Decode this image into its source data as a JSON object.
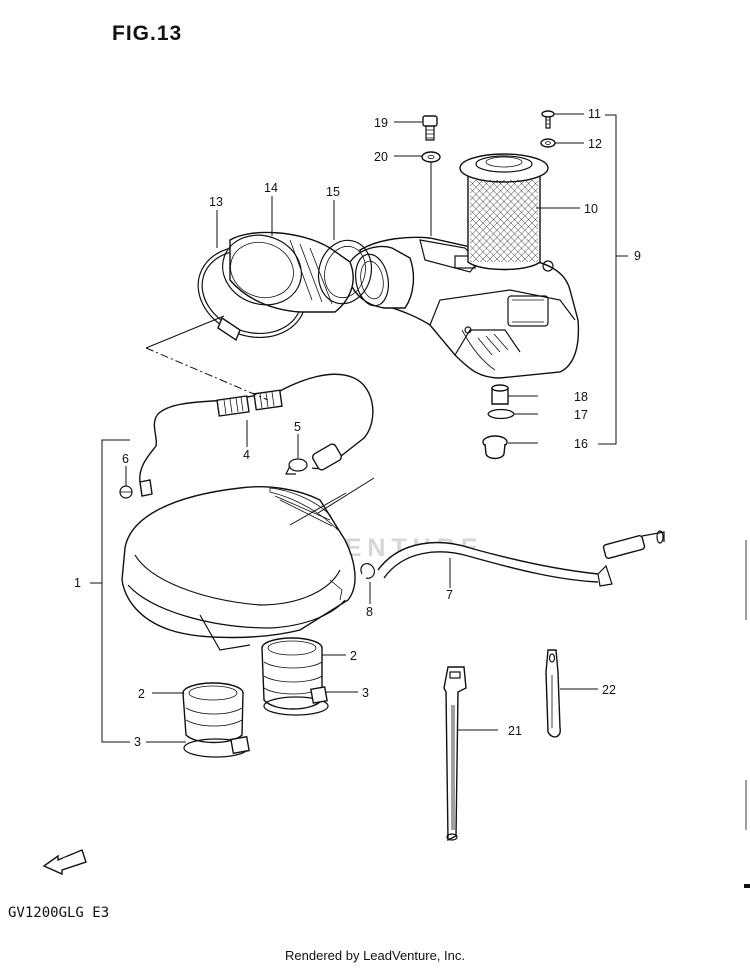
{
  "figure": {
    "title": "FIG.13",
    "model_code": "GV1200GLG E3",
    "footer": "Rendered by LeadVenture, Inc.",
    "watermark": "LEADVENTURE"
  },
  "callouts": [
    {
      "id": "c1",
      "label": "1"
    },
    {
      "id": "c2a",
      "label": "2"
    },
    {
      "id": "c2b",
      "label": "2"
    },
    {
      "id": "c3a",
      "label": "3"
    },
    {
      "id": "c3b",
      "label": "3"
    },
    {
      "id": "c4",
      "label": "4"
    },
    {
      "id": "c5",
      "label": "5"
    },
    {
      "id": "c6",
      "label": "6"
    },
    {
      "id": "c7",
      "label": "7"
    },
    {
      "id": "c8",
      "label": "8"
    },
    {
      "id": "c9",
      "label": "9"
    },
    {
      "id": "c10",
      "label": "10"
    },
    {
      "id": "c11",
      "label": "11"
    },
    {
      "id": "c12",
      "label": "12"
    },
    {
      "id": "c13",
      "label": "13"
    },
    {
      "id": "c14",
      "label": "14"
    },
    {
      "id": "c15",
      "label": "15"
    },
    {
      "id": "c16",
      "label": "16"
    },
    {
      "id": "c17",
      "label": "17"
    },
    {
      "id": "c18",
      "label": "18"
    },
    {
      "id": "c19",
      "label": "19"
    },
    {
      "id": "c20",
      "label": "20"
    },
    {
      "id": "c21",
      "label": "21"
    },
    {
      "id": "c22",
      "label": "22"
    }
  ],
  "icons": {
    "forward_arrow": "fwd-arrow-icon",
    "forward_text": "FWD"
  }
}
